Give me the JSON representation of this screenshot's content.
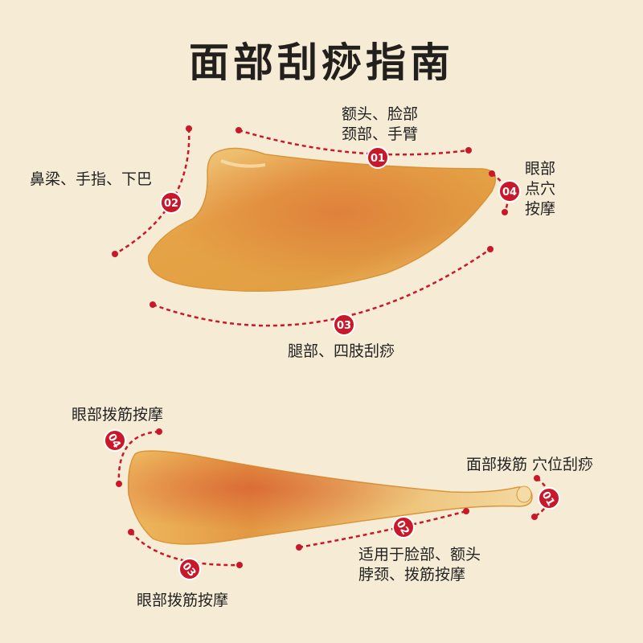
{
  "title": "面部刮痧指南",
  "tool1": {
    "badges": [
      "01",
      "02",
      "03",
      "04"
    ],
    "labels": {
      "l01_line1": "额头、脸部",
      "l01_line2": "颈部、手臂",
      "l02": "鼻梁、手指、下巴",
      "l03": "腿部、四肢刮痧",
      "l04_line1": "眼部",
      "l04_line2": "点穴",
      "l04_line3": "按摩"
    }
  },
  "tool2": {
    "badges": [
      "04",
      "01",
      "02",
      "03"
    ],
    "labels": {
      "l04": "眼部拨筋按摩",
      "l01": "面部拨筋 穴位刮痧",
      "l02_line1": "适用于脸部、额头",
      "l02_line2": "脖颈、拨筋按摩",
      "l03": "眼部拨筋按摩"
    }
  },
  "colors": {
    "background": "#f6ecd6",
    "accent": "#c8182a",
    "horn": "#e6a548"
  }
}
